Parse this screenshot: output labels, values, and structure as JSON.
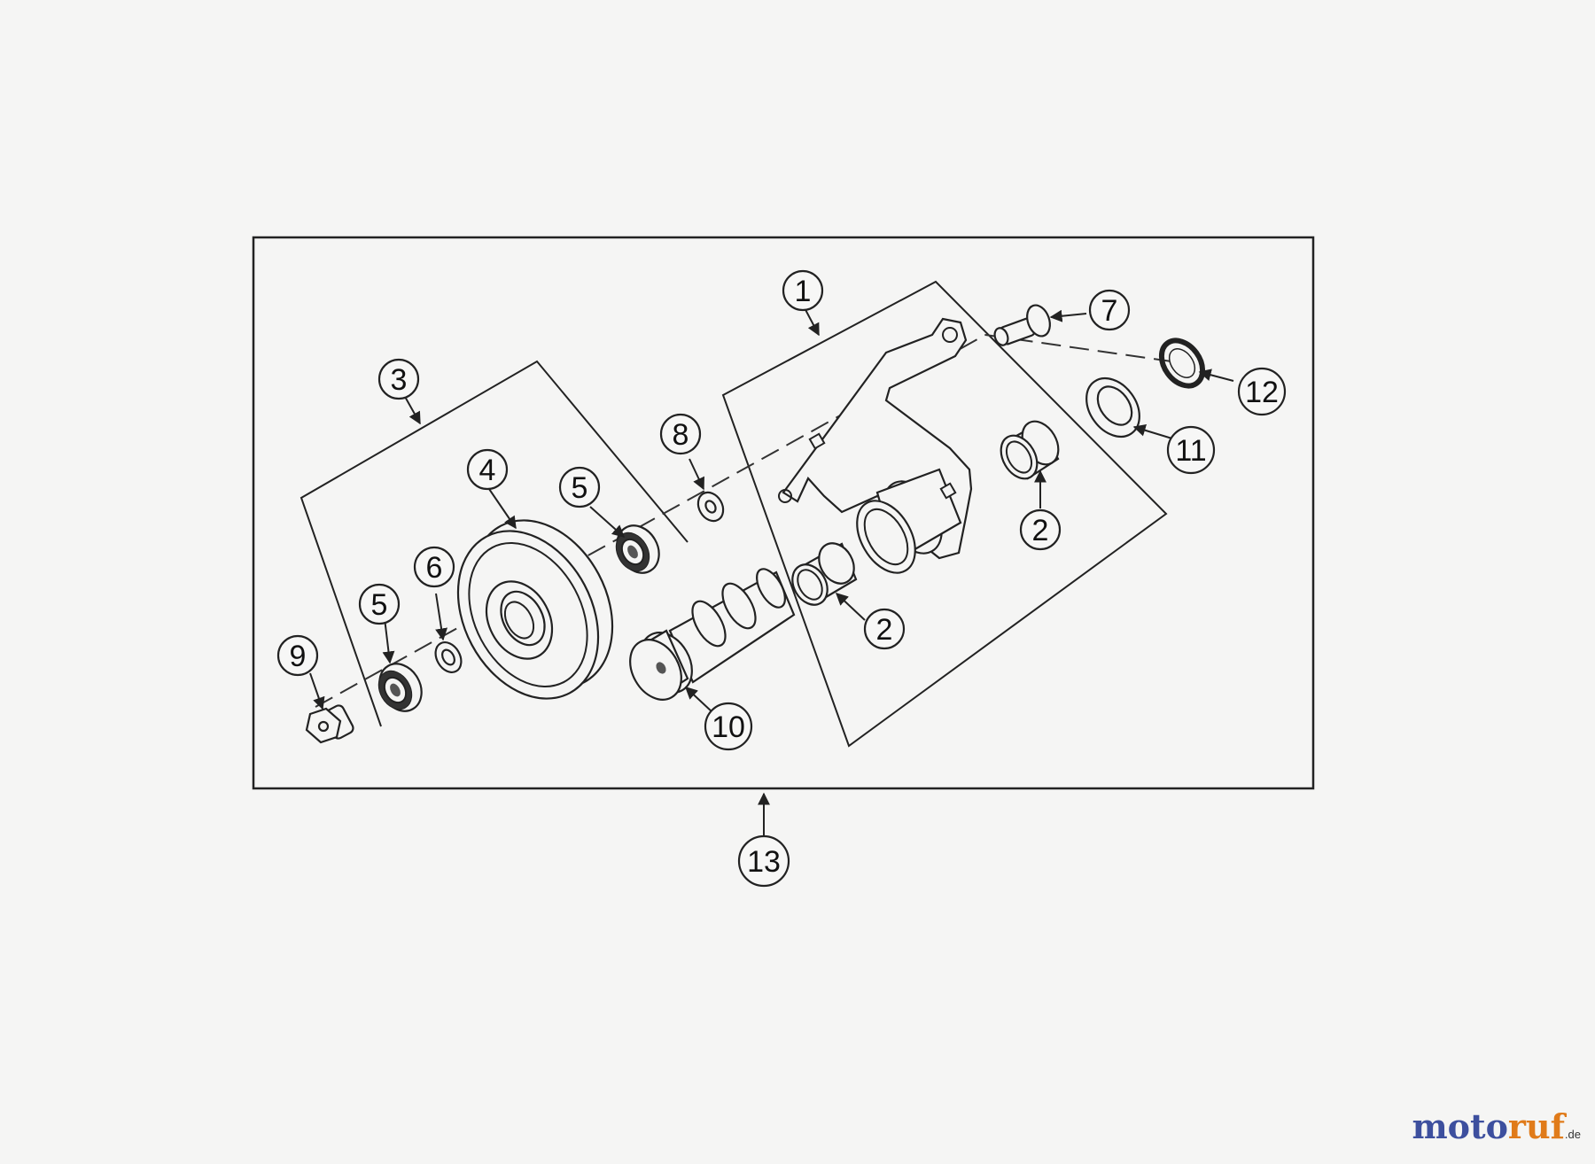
{
  "callouts": {
    "c1": "1",
    "c2a": "2",
    "c2b": "2",
    "c3": "3",
    "c4": "4",
    "c5a": "5",
    "c5b": "5",
    "c6": "6",
    "c7": "7",
    "c8": "8",
    "c9": "9",
    "c10": "10",
    "c11": "11",
    "c12": "12",
    "c13": "13"
  },
  "brand": {
    "text_1": "moto",
    "text_2": "ruf",
    "tld": ".de"
  }
}
